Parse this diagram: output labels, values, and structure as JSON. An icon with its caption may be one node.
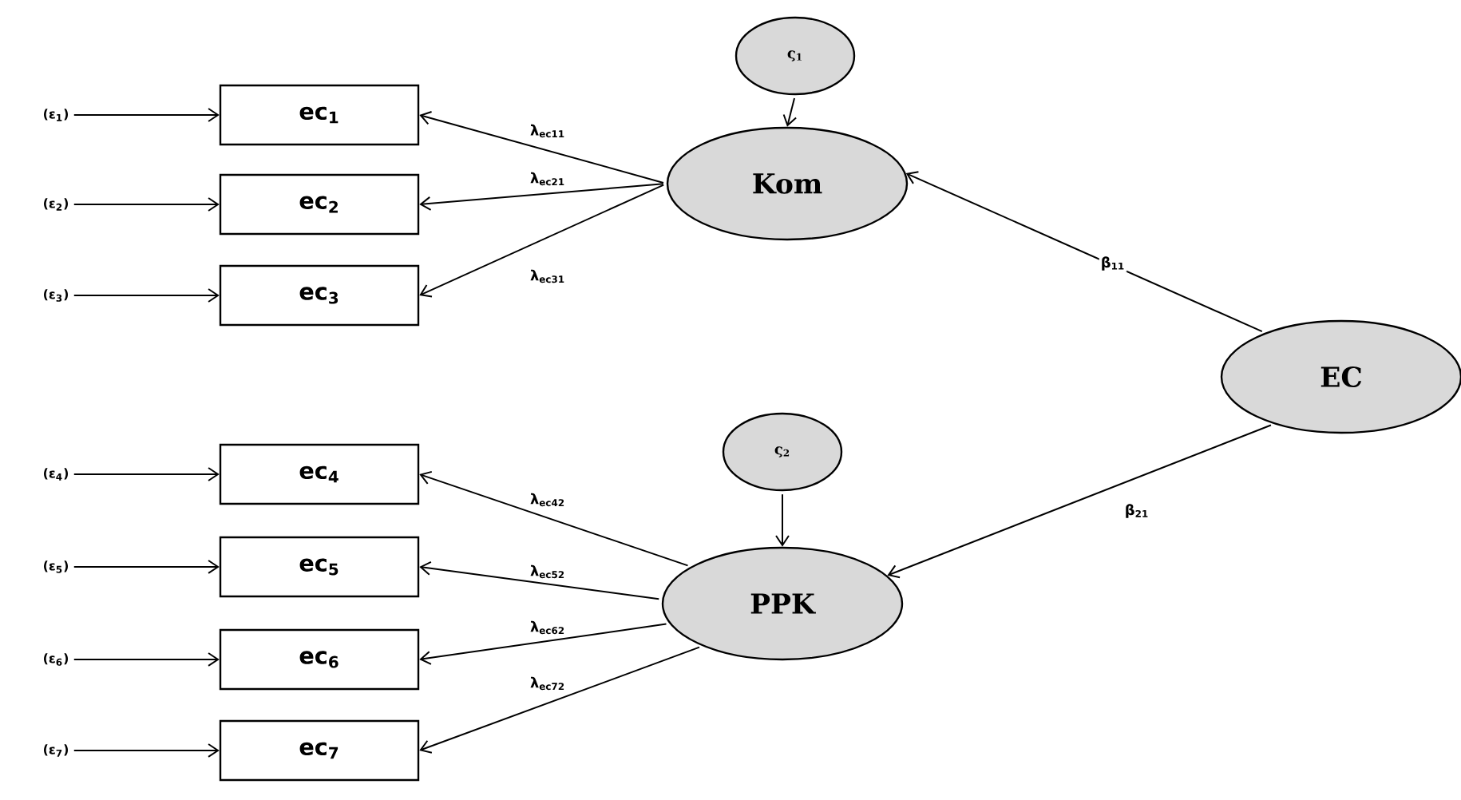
{
  "diagram": {
    "nodes": [
      {
        "text": [
          "(ε$_{1}$)"
        ]
      },
      {
        "text": [
          "(ε$_{2}$)"
        ]
      },
      {
        "text": [
          "(ε$_{3}$)"
        ]
      },
      {
        "text": [
          "(ε$_{4}$)"
        ]
      },
      {
        "text": [
          "(ε$_{5}$)"
        ]
      },
      {
        "text": [
          "(ε$_{6}$)"
        ]
      },
      {
        "text": [
          "(ε$_{7}$)"
        ]
      },
      {
        "text": [
          "ec$_{1}$"
        ]
      },
      {
        "text": [
          "ec$_{2}$"
        ]
      },
      {
        "text": [
          "ec$_{3}$"
        ]
      },
      {
        "text": [
          "ec$_{4}$"
        ]
      },
      {
        "text": [
          "ec$_{5}$"
        ]
      },
      {
        "text": [
          "ec$_{6}$"
        ]
      },
      {
        "text": [
          "ec$_{7}$"
        ]
      },
      {
        "text": [
          "ς$_{1}$"
        ]
      },
      {
        "text": [
          "Kom"
        ]
      },
      {
        "text": [
          "EC"
        ]
      },
      {
        "text": [
          "ς$_{2}$"
        ]
      },
      {
        "text": [
          "PPK"
        ]
      }
    ],
    "edges": [
      {
        "from": 0,
        "to": 7,
        "arrow": "to"
      },
      {
        "from": 1,
        "to": 8,
        "arrow": "to"
      },
      {
        "from": 2,
        "to": 9,
        "arrow": "to"
      },
      {
        "from": 3,
        "to": 10,
        "arrow": "to"
      },
      {
        "from": 4,
        "to": 11,
        "arrow": "to"
      },
      {
        "from": 5,
        "to": 12,
        "arrow": "to"
      },
      {
        "from": 6,
        "to": 13,
        "arrow": "to"
      },
      {
        "from": 15,
        "to": 7,
        "arrow": "to",
        "label": "λ$_{ec11}$"
      },
      {
        "from": 15,
        "to": 8,
        "arrow": "to",
        "label": "λ$_{ec21}$"
      },
      {
        "from": 15,
        "to": 9,
        "arrow": "to",
        "label": "λ$_{ec31}$"
      },
      {
        "from": 18,
        "to": 10,
        "arrow": "to",
        "label": "λ$_{ec42}$"
      },
      {
        "from": 18,
        "to": 11,
        "arrow": "to",
        "label": "λ$_{ec52}$"
      },
      {
        "from": 18,
        "to": 12,
        "arrow": "to",
        "label": "λ$_{ec62}$"
      },
      {
        "from": 18,
        "to": 13,
        "arrow": "to",
        "label": "λ$_{ec72}$"
      },
      {
        "from": 14,
        "to": 15,
        "arrow": "to"
      },
      {
        "from": 17,
        "to": 18,
        "arrow": "to"
      },
      {
        "from": 16,
        "to": 15,
        "arrow": "to",
        "label": "β$_{11}$"
      },
      {
        "from": 16,
        "to": 18,
        "arrow": "to",
        "label": "β$_{21}$"
      }
    ]
  }
}
